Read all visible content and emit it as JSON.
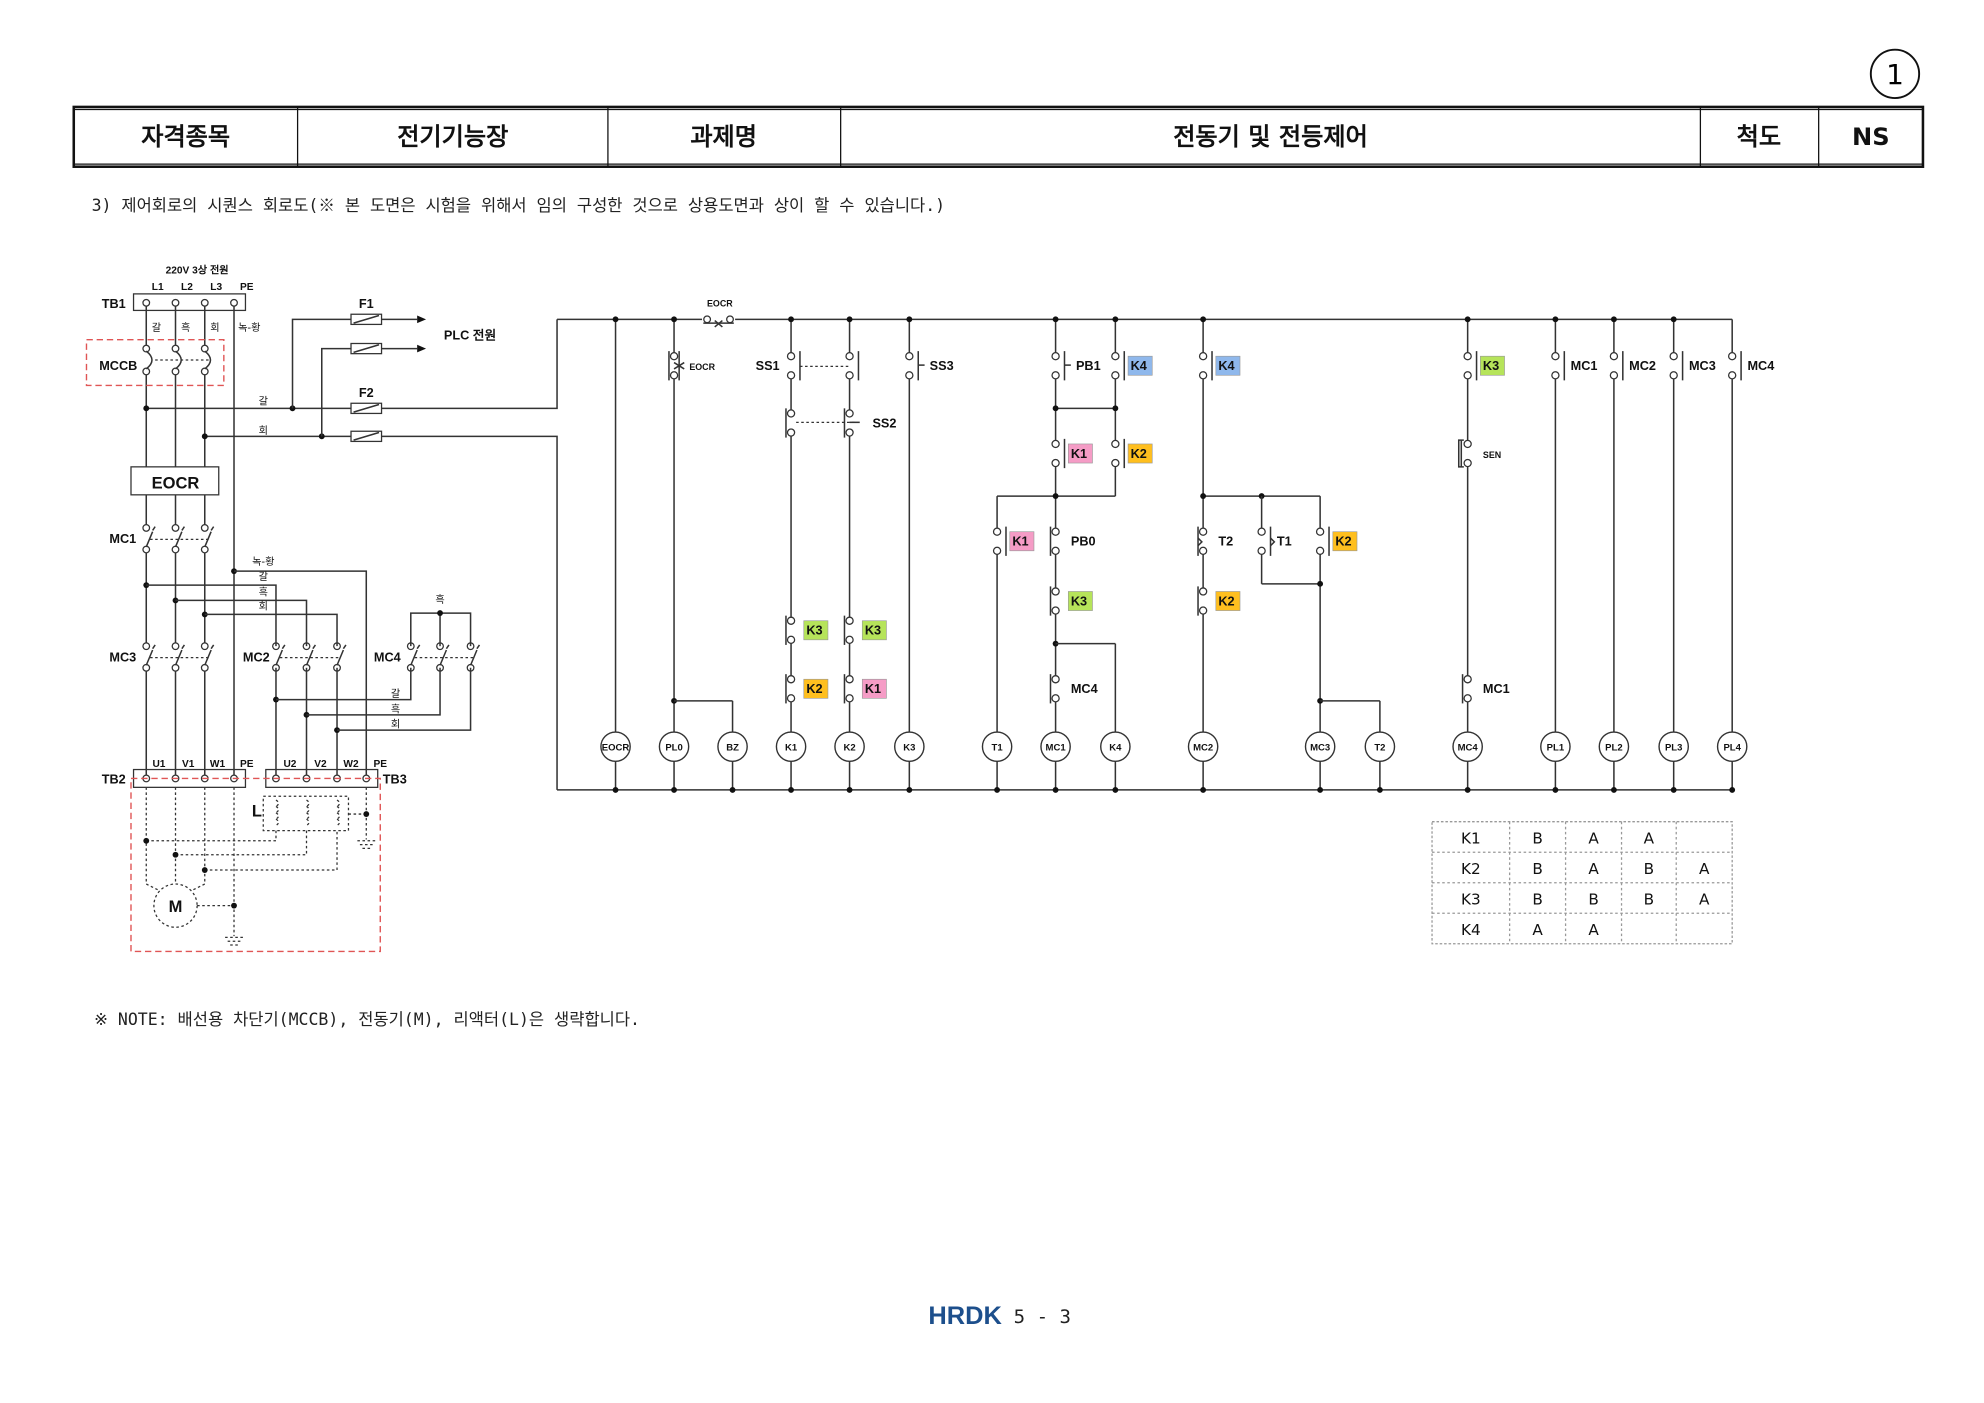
{
  "header": {
    "cells": [
      "자격종목",
      "전기기능장",
      "과제명",
      "전동기 및 전등제어",
      "척도",
      "NS"
    ],
    "page_mark": "1"
  },
  "subtitle": "3) 제어회로의 시퀀스 회로도(※ 본 도면은 시험을 위해서 임의 구성한 것으로 상용도면과 상이 할 수 있습니다.)",
  "power": {
    "source_title": "220V 3상 전원",
    "tb1": "TB1",
    "tb1_terms": [
      "L1",
      "L2",
      "L3",
      "PE"
    ],
    "wire_colors": [
      "갈",
      "흑",
      "회",
      "녹-황"
    ],
    "mccb": "MCCB",
    "f1": "F1",
    "f2": "F2",
    "plc": "PLC 전원",
    "f2_wires": [
      "갈",
      "회"
    ],
    "eocr": "EOCR",
    "mc1": "MC1",
    "mc3": "MC3",
    "mc2": "MC2",
    "mc4": "MC4",
    "mid_wires": [
      "녹-황",
      "갈",
      "흑",
      "회"
    ],
    "mc4_top_wire": "흑",
    "mc4_wires": [
      "갈",
      "흑",
      "회"
    ],
    "tb2": "TB2",
    "tb2_terms": [
      "U1",
      "V1",
      "W1",
      "PE"
    ],
    "tb3": "TB3",
    "tb3_terms": [
      "U2",
      "V2",
      "W2",
      "PE"
    ],
    "reactor": "L",
    "motor": "M"
  },
  "control": {
    "rail_contact": "EOCR",
    "contacts": [
      "EOCR",
      "SS1",
      "SS3",
      "SS2",
      "K3",
      "K2",
      "K3",
      "K1",
      "PB1",
      "K4",
      "K1",
      "K2",
      "K1",
      "PB0",
      "K3",
      "MC4",
      "K4",
      "T2",
      "T1",
      "K2",
      "K2",
      "K3",
      "SEN",
      "MC1",
      "MC1",
      "MC2",
      "MC3",
      "MC4"
    ],
    "coils": [
      "EOCR",
      "PL0",
      "BZ",
      "K1",
      "K2",
      "K3",
      "T1",
      "MC1",
      "K4",
      "MC2",
      "MC3",
      "T2",
      "MC4",
      "PL1",
      "PL2",
      "PL3",
      "PL4"
    ]
  },
  "tag_colors": {
    "K1": "#f59cc6",
    "K2": "#ffbf1f",
    "K3": "#b6e45a",
    "K4": "#8fb8ec"
  },
  "relay_table": {
    "rows": [
      [
        "K1",
        "B",
        "A",
        "A",
        ""
      ],
      [
        "K2",
        "B",
        "A",
        "B",
        "A"
      ],
      [
        "K3",
        "B",
        "B",
        "B",
        "A"
      ],
      [
        "K4",
        "A",
        "A",
        "",
        ""
      ]
    ]
  },
  "note": "※ NOTE: 배선용 차단기(MCCB), 전동기(M), 리액터(L)은 생략합니다.",
  "footer": {
    "logo": "HRDK",
    "page": "5 - 3"
  }
}
